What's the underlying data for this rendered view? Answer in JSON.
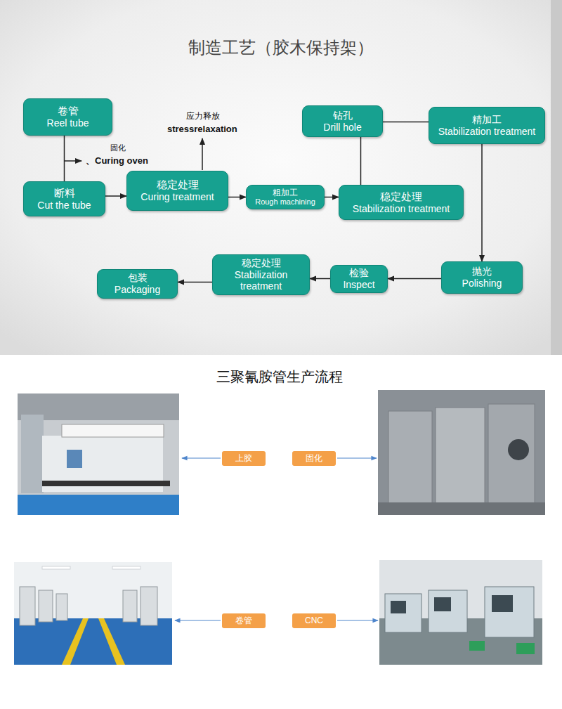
{
  "diagram": {
    "title": "制造工艺（胶木保持架）",
    "nodes": [
      {
        "text": [
          "卷管",
          "Reel tube"
        ]
      },
      {
        "text": [
          "断料",
          "Cut the tube"
        ]
      },
      {
        "text": [
          "稳定处理",
          "Curing treatment"
        ]
      },
      {
        "text": [
          "粗加工",
          "Rough machining"
        ]
      },
      {
        "text": [
          "钻孔",
          "Drill hole"
        ]
      },
      {
        "text": [
          "稳定处理",
          "Stabilization treatment"
        ]
      },
      {
        "text": [
          "精加工",
          "Stabilization treatment"
        ]
      },
      {
        "text": [
          "抛光",
          "Polishing"
        ]
      },
      {
        "text": [
          "检验",
          "Inspect"
        ]
      },
      {
        "text": [
          "稳定处理",
          "Stabilization treatment"
        ]
      },
      {
        "text": [
          "包装",
          "Packaging"
        ]
      },
      {
        "text": [
          "上胶"
        ]
      },
      {
        "text": [
          "固化"
        ]
      },
      {
        "text": [
          "卷管"
        ]
      },
      {
        "text": [
          "CNC"
        ]
      }
    ],
    "edges": [
      {
        "from": 0,
        "to": 1,
        "arrow": "none"
      },
      {
        "from": 1,
        "to": 2,
        "arrow": "to"
      },
      {
        "from": 2,
        "to": 3,
        "arrow": "to"
      },
      {
        "from": 3,
        "to": 5,
        "arrow": "to"
      },
      {
        "from": 5,
        "to": 4,
        "arrow": "none"
      },
      {
        "from": 4,
        "to": 6,
        "arrow": "none"
      },
      {
        "from": 6,
        "to": 7,
        "arrow": "to"
      },
      {
        "from": 7,
        "to": 8,
        "arrow": "to"
      },
      {
        "from": 8,
        "to": 9,
        "arrow": "to"
      },
      {
        "from": 9,
        "to": 10,
        "arrow": "to"
      }
    ],
    "labels": [
      "应力释放",
      "stressrelaxation",
      "固化",
      "、Curing oven",
      "三聚氰胺管生产流程"
    ]
  }
}
